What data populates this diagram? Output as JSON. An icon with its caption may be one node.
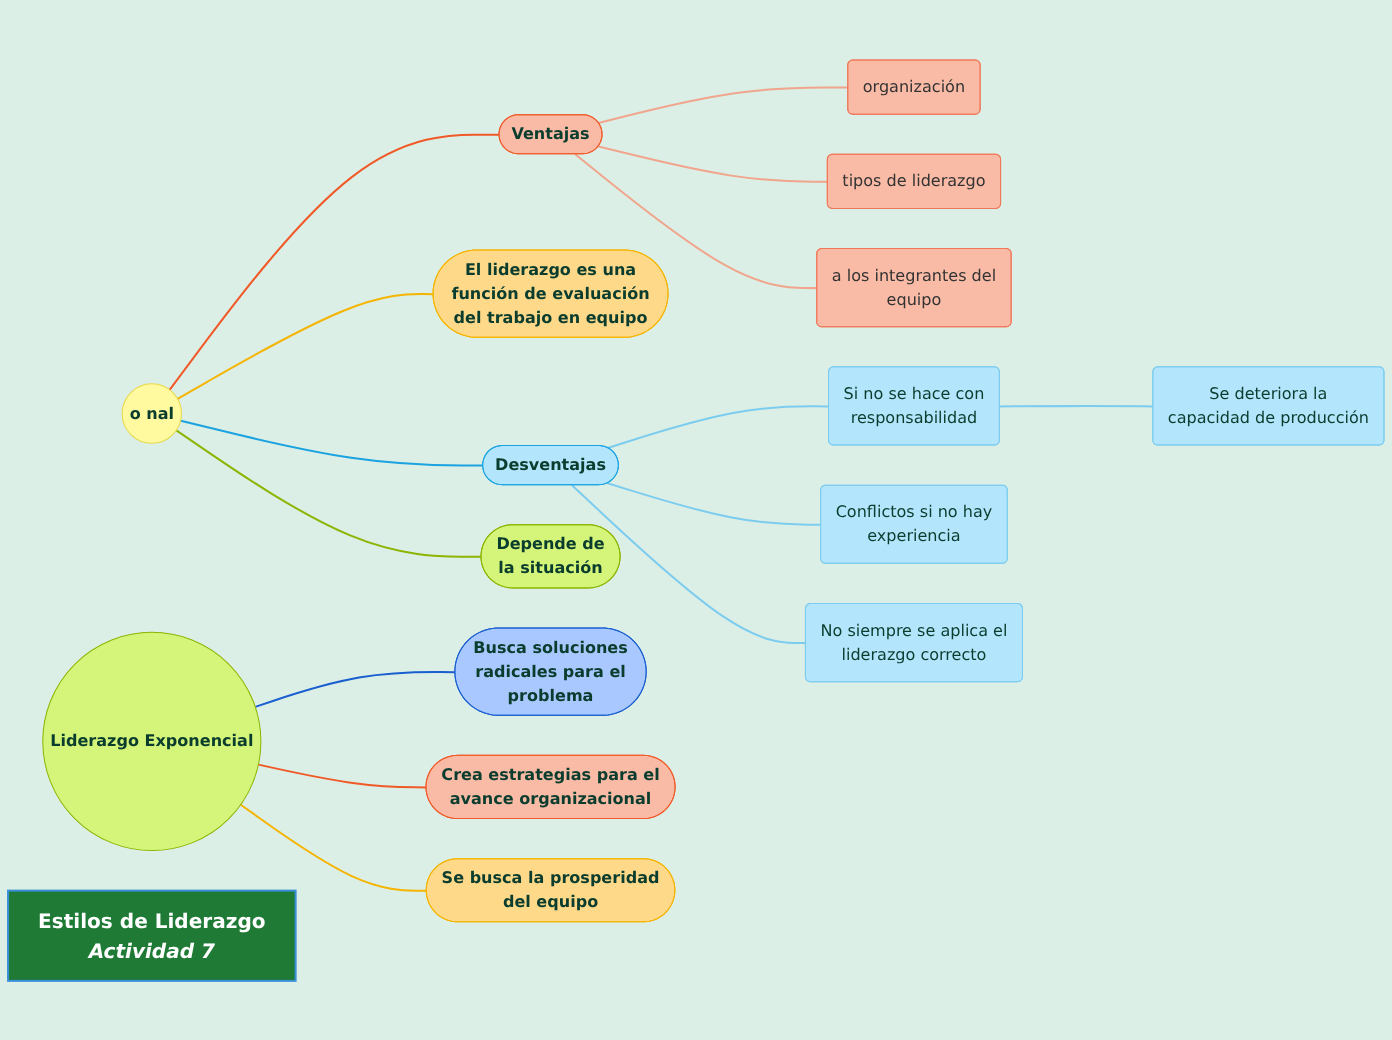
{
  "diagram": {
    "nodes": [
      {
        "text": [
          "Estilos de Liderazgo",
          "Actividad 7"
        ]
      },
      {
        "text": [
          "o nal"
        ]
      },
      {
        "text": [
          "organización"
        ]
      },
      {
        "text": [
          "tipos de liderazgo"
        ]
      },
      {
        "text": [
          "a los integrantes del equipo"
        ]
      },
      {
        "text": [
          "Ventajas"
        ]
      },
      {
        "text": [
          "El liderazgo es una función de evaluación del trabajo en equipo"
        ]
      },
      {
        "text": [
          "Desventajas"
        ]
      },
      {
        "text": [
          "Si no se hace con responsabilidad"
        ]
      },
      {
        "text": [
          "Se deteriora la capacidad de producción"
        ]
      },
      {
        "text": [
          "Conflictos si no hay experiencia"
        ]
      },
      {
        "text": [
          "No siempre se aplica el liderazgo correcto"
        ]
      },
      {
        "text": [
          "Depende de la situación"
        ]
      },
      {
        "text": [
          "Liderazgo Exponencial"
        ]
      },
      {
        "text": [
          "Busca soluciones radicales para el problema"
        ]
      },
      {
        "text": [
          "Crea estrategias para el avance organizacional"
        ]
      },
      {
        "text": [
          "Se busca la prosperidad del equipo"
        ]
      }
    ],
    "edges": [
      {
        "from": 1,
        "to": 5,
        "arrow": "none",
        "color": "#f05a28"
      },
      {
        "from": 1,
        "to": 6,
        "arrow": "none",
        "color": "#f5b400"
      },
      {
        "from": 1,
        "to": 7,
        "arrow": "none",
        "color": "#1aa3e0"
      },
      {
        "from": 1,
        "to": 12,
        "arrow": "none",
        "color": "#8cb400"
      },
      {
        "from": 5,
        "to": 2,
        "arrow": "none",
        "color": "#f0a58c"
      },
      {
        "from": 5,
        "to": 3,
        "arrow": "none",
        "color": "#f0a58c"
      },
      {
        "from": 5,
        "to": 4,
        "arrow": "none",
        "color": "#f0a58c"
      },
      {
        "from": 7,
        "to": 8,
        "arrow": "none",
        "color": "#7cccef"
      },
      {
        "from": 8,
        "to": 9,
        "arrow": "none",
        "color": "#7cccef"
      },
      {
        "from": 7,
        "to": 10,
        "arrow": "none",
        "color": "#7cccef"
      },
      {
        "from": 7,
        "to": 11,
        "arrow": "none",
        "color": "#7cccef"
      },
      {
        "from": 13,
        "to": 14,
        "arrow": "none",
        "color": "#1a5fd0"
      },
      {
        "from": 13,
        "to": 15,
        "arrow": "none",
        "color": "#f05a28"
      },
      {
        "from": 13,
        "to": 16,
        "arrow": "none",
        "color": "#f5b400"
      }
    ]
  }
}
